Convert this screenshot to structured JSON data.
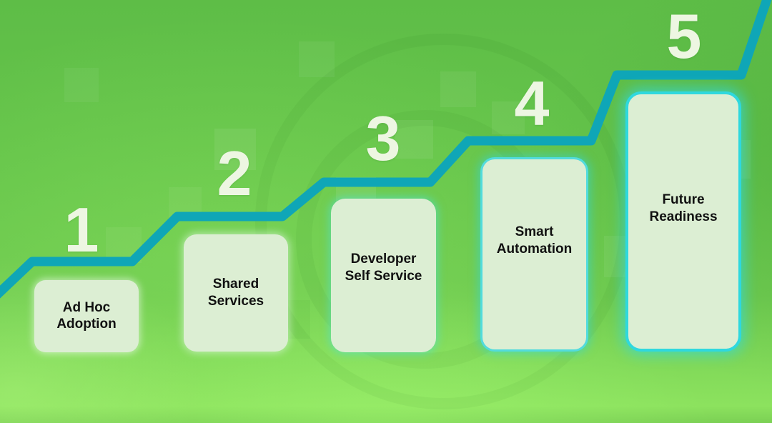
{
  "diagram": {
    "type": "staircase-maturity-model",
    "steps": [
      {
        "number": "1",
        "label": "Ad Hoc\nAdoption"
      },
      {
        "number": "2",
        "label": "Shared\nServices"
      },
      {
        "number": "3",
        "label": "Developer\nSelf Service"
      },
      {
        "number": "4",
        "label": "Smart\nAutomation"
      },
      {
        "number": "5",
        "label": "Future\nReadiness"
      }
    ]
  },
  "colors": {
    "background_top": "#5ebd47",
    "background_mid": "#6fcb50",
    "background_bottom": "#8ce25e",
    "line": "#0fa6b7",
    "card_fill": "#dceed3",
    "card_glow": "#2fd8de",
    "number_text": "#edf6e2",
    "label_text": "#111111"
  }
}
